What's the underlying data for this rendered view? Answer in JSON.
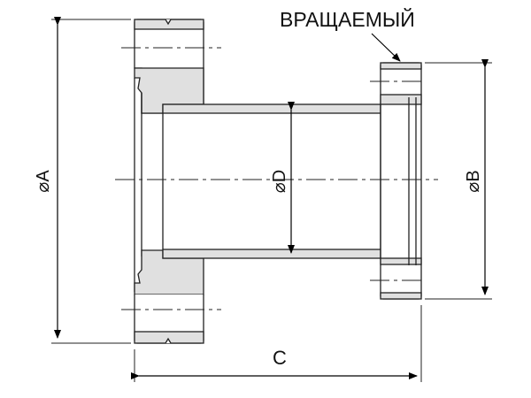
{
  "title_label": "ВРАЩАЕМЫЙ",
  "dimensions": {
    "a": "⌀A",
    "b": "⌀B",
    "c": "C",
    "d": "⌀D"
  },
  "colors": {
    "fill": "#e0e0e0",
    "line": "#222222"
  }
}
